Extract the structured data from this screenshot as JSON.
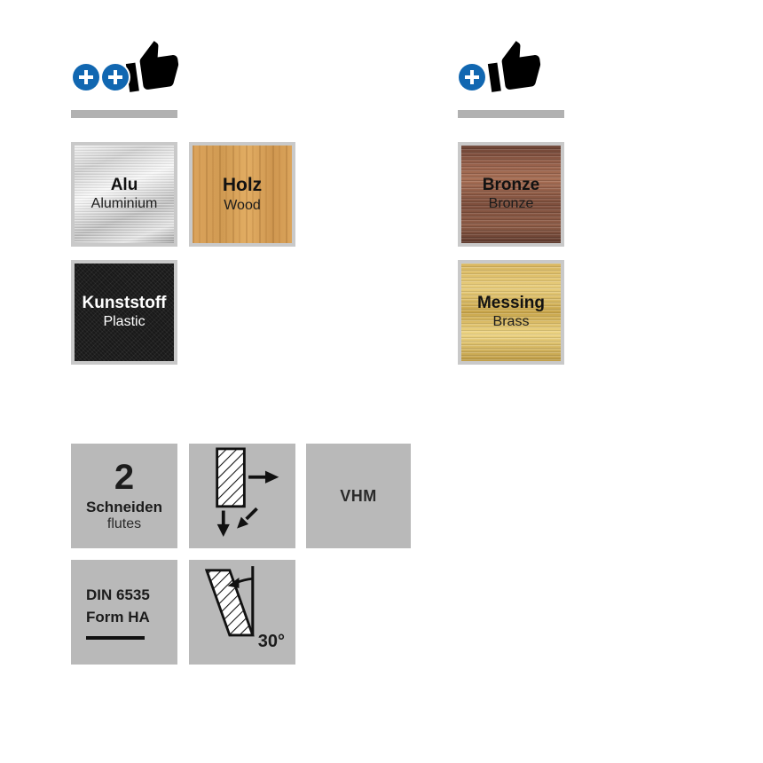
{
  "icons": {
    "plus": "+",
    "thumbs_up": "thumb-up-silhouette",
    "plunge_cut": "hatched-end-mill-with-right-down-diagonal-arrows",
    "helix_angle": "hatched-shank-with-angle-arc"
  },
  "colors": {
    "background": "#ffffff",
    "plus_blue": "#1167b1",
    "divider_gray": "#b1b1b1",
    "spec_tile_gray": "#b9b9b9",
    "material_frame_gray": "#c9c9c9",
    "text_dark": "#1c1c1c",
    "text_light": "#ffffff"
  },
  "left_group": {
    "plus_count": 2,
    "materials": [
      {
        "title": "Alu",
        "subtitle": "Aluminium",
        "texture": "aluminum"
      },
      {
        "title": "Holz",
        "subtitle": "Wood",
        "texture": "wood"
      },
      {
        "title": "Kunststoff",
        "subtitle": "Plastic",
        "texture": "plastic"
      }
    ]
  },
  "right_group": {
    "plus_count": 1,
    "materials": [
      {
        "title": "Bronze",
        "subtitle": "Bronze",
        "texture": "bronze"
      },
      {
        "title": "Messing",
        "subtitle": "Brass",
        "texture": "brass"
      }
    ]
  },
  "specs": {
    "flutes": {
      "value": "2",
      "label": "Schneiden",
      "sublabel": "flutes"
    },
    "material_code": {
      "label": "VHM"
    },
    "shank_norm": {
      "line1": "DIN 6535",
      "line2": "Form HA"
    },
    "helix": {
      "angle": "30°"
    }
  }
}
